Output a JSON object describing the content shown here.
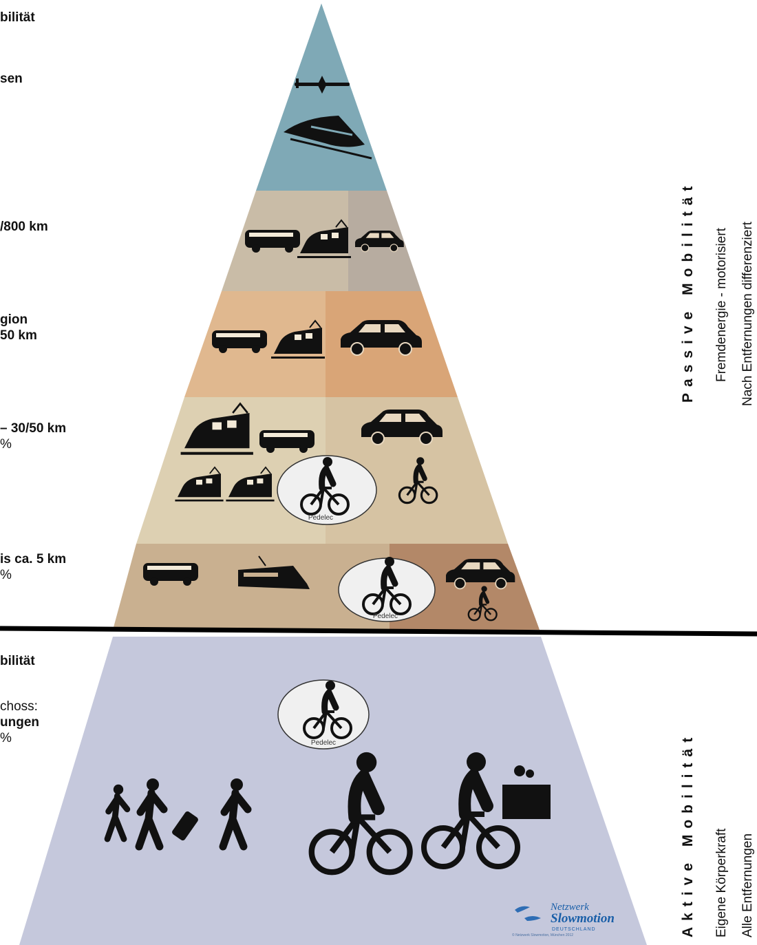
{
  "left_labels": {
    "passive_title": "bilität",
    "travel": "sen",
    "long_distance": "/800 km",
    "region_line1": "gion",
    "region_line2": "50 km",
    "local": "– 30/50 km",
    "local_pct": "%",
    "short": "is ca. 5 km",
    "short_pct": "%",
    "active_title": "bilität",
    "active_line1": "choss:",
    "active_line2": "ungen",
    "active_pct": "%"
  },
  "right_labels": {
    "passive_title": "Passive Mobilität",
    "passive_sub1": "Fremdenergie - motorisiert",
    "passive_sub2": "Nach Entfernungen differenziert",
    "active_title": "Aktive Mobilität",
    "active_sub1": "Eigene Körperkraft",
    "active_sub2": "Alle Entfernungen"
  },
  "pedelec_label": "Pedelec",
  "logo": {
    "line1": "Netzwerk",
    "line2": "Slowmotion",
    "line3": "DEUTSCHLAND",
    "copyright": "© Netzwerk Slowmotion, München 2012"
  },
  "icons": [
    "airplane-icon",
    "highspeed-train-icon",
    "bus-icon",
    "regional-train-icon",
    "car-icon",
    "tram-icon",
    "pedelec-icon",
    "motorcycle-icon",
    "scooter-icon",
    "walking-family-icon",
    "traveler-with-suitcase-icon",
    "cyclist-icon",
    "cargo-bike-icon"
  ],
  "colors": {
    "tier1": "#7fa9b6",
    "tier2_left": "#c9bca7",
    "tier2_right": "#b7aca0",
    "tier3_left": "#e0b88f",
    "tier3_right": "#d9a577",
    "tier4_left": "#ddd0b2",
    "tier4_right": "#d6c3a3",
    "tier5_left": "#c9b090",
    "tier5_right": "#b38868",
    "active_tier": "#c5c8dc",
    "divider": "#000000"
  }
}
